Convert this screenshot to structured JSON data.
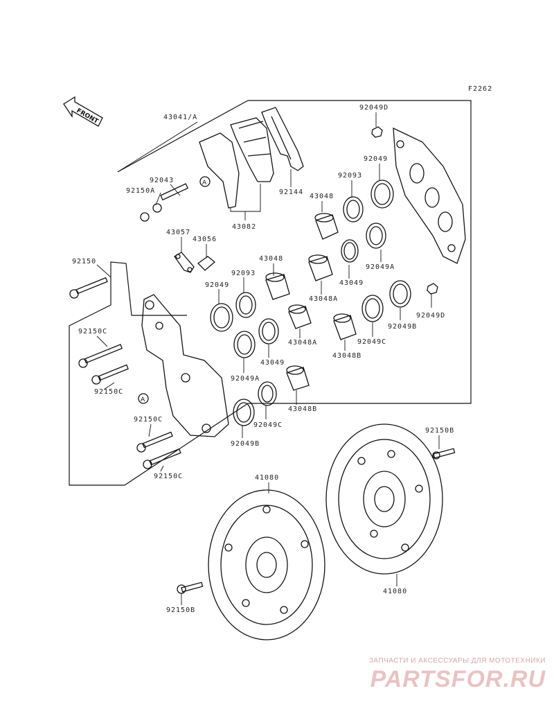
{
  "figure_code": "F2262",
  "front_label": "FRONT",
  "callout_letter": "A",
  "labels": {
    "l43041A": "43041/A",
    "l92043": "92043",
    "l92150A": "92150A",
    "l92144": "92144",
    "l43082": "43082",
    "l92049D_top": "92049D",
    "l92049_top": "92049",
    "l92093_top": "92093",
    "l43048_top": "43048",
    "l43057": "43057",
    "l43056": "43056",
    "l92150": "92150",
    "l92093_mid": "92093",
    "l43048_mid": "43048",
    "l92049_mid": "92049",
    "l43049_a": "43049",
    "l92049A_right": "92049A",
    "l43048A_a": "43048A",
    "l92049B_right": "92049B",
    "l92049D_right": "92049D",
    "l92150C_a": "92150C",
    "l92150C_b": "92150C",
    "l43049_b": "43049",
    "l43048A_b": "43048A",
    "l92049C_right": "92049C",
    "l43048B_a": "43048B",
    "l92049A_bot": "92049A",
    "l43048B_b": "43048B",
    "l92150C_c": "92150C",
    "l92049C_bot": "92049C",
    "l92049B_bot": "92049B",
    "l92150C_d": "92150C",
    "l92150B_right": "92150B",
    "l41080_left": "41080",
    "l41080_right": "41080",
    "l92150B_left": "92150B"
  },
  "watermark": {
    "tagline": "ЗАПЧАСТИ И АКСЕССУАРЫ ДЛЯ МОТОТЕХНИКИ",
    "brand": "PARTSFOR.RU"
  },
  "colors": {
    "line": "#111111",
    "watermark_text": "#d8a7a7",
    "watermark_brand": "#e9c3c3"
  }
}
